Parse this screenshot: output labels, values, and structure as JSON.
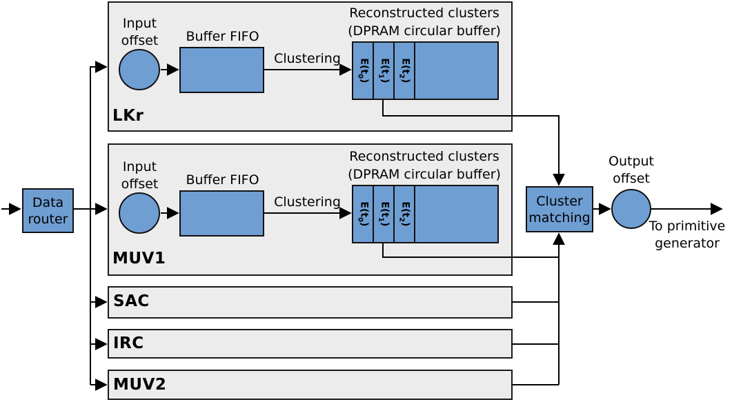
{
  "colors": {
    "block_fill": "#6f9ed3",
    "panel_fill": "#ececec",
    "stroke": "#000000"
  },
  "router": {
    "line1": "Data",
    "line2": "router"
  },
  "cluster_matching": {
    "line1": "Cluster",
    "line2": "matching"
  },
  "output": {
    "offset_line1": "Output",
    "offset_line2": "offset",
    "dest_line1": "To primitive",
    "dest_line2": "generator"
  },
  "lkr": {
    "label": "LKr",
    "input_offset_line1": "Input",
    "input_offset_line2": "offset",
    "buffer_fifo": "Buffer FIFO",
    "clustering": "Clustering",
    "recon_line1": "Reconstructed clusters",
    "recon_line2": "(DPRAM circular buffer)",
    "cells": [
      {
        "prefix": "E(t",
        "sub": "0",
        "suffix": ")"
      },
      {
        "prefix": "E(t",
        "sub": "1",
        "suffix": ")"
      },
      {
        "prefix": "E(t",
        "sub": "2",
        "suffix": ")"
      }
    ]
  },
  "muv1": {
    "label": "MUV1",
    "input_offset_line1": "Input",
    "input_offset_line2": "offset",
    "buffer_fifo": "Buffer FIFO",
    "clustering": "Clustering",
    "recon_line1": "Reconstructed clusters",
    "recon_line2": "(DPRAM circular buffer)",
    "cells": [
      {
        "prefix": "E(t",
        "sub": "0",
        "suffix": ")"
      },
      {
        "prefix": "E(t",
        "sub": "1",
        "suffix": ")"
      },
      {
        "prefix": "E(t",
        "sub": "2",
        "suffix": ")"
      }
    ]
  },
  "sac": {
    "label": "SAC"
  },
  "irc": {
    "label": "IRC"
  },
  "muv2": {
    "label": "MUV2"
  }
}
